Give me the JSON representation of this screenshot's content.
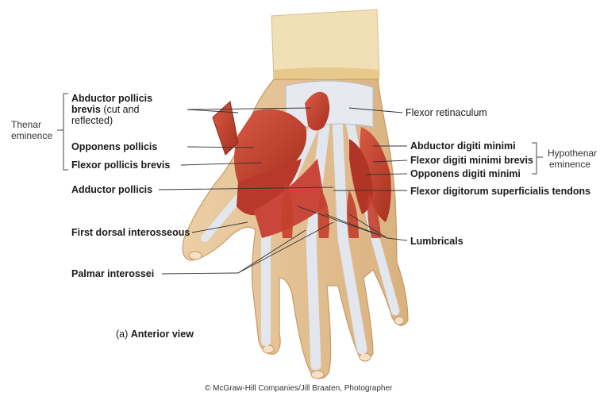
{
  "labels": {
    "abductor_pollicis_brevis_bold": "Abductor pollicis",
    "abductor_pollicis_brevis_line2": "brevis",
    "abductor_pollicis_brevis_note1": "(cut and",
    "abductor_pollicis_brevis_note2": "reflected)",
    "opponens_pollicis": "Opponens pollicis",
    "flexor_pollicis_brevis": "Flexor pollicis brevis",
    "adductor_pollicis": "Adductor pollicis",
    "first_dorsal_interosseous": "First dorsal interosseous",
    "palmar_interossei": "Palmar interossei",
    "flexor_retinaculum": "Flexor retinaculum",
    "abductor_digiti_minimi": "Abductor digiti minimi",
    "flexor_digiti_minimi_brevis": "Flexor digiti minimi brevis",
    "opponens_digiti_minimi": "Opponens digiti minimi",
    "flexor_digitorum_superficialis_tendons": "Flexor digitorum superficialis tendons",
    "lumbricals": "Lumbricals"
  },
  "groups": {
    "thenar_line1": "Thenar",
    "thenar_line2": "eminence",
    "hypothenar_line1": "Hypothenar",
    "hypothenar_line2": "eminence"
  },
  "caption": {
    "prefix": "(a)",
    "text": "Anterior view"
  },
  "credit": "© McGraw-Hill Companies/Jill Braaten, Photographer",
  "colors": {
    "muscle": "#c4402f",
    "muscle_dark": "#9e2a1f",
    "tendon": "#dfe4ec",
    "skin": "#e9c69a",
    "wrist_band": "#f0dcae",
    "leader_line": "#333333"
  }
}
